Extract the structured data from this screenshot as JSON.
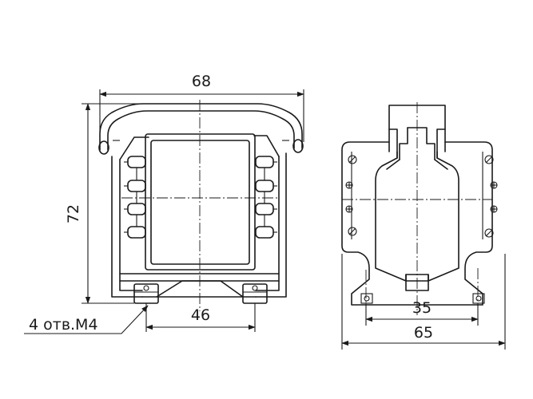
{
  "drawing": {
    "side_view": {
      "width_label": "68",
      "height_label": "72",
      "mount_spacing_label": "46",
      "holes_label": "4 отв.М4"
    },
    "front_view": {
      "mount_spacing_label": "35",
      "width_label": "65"
    }
  }
}
